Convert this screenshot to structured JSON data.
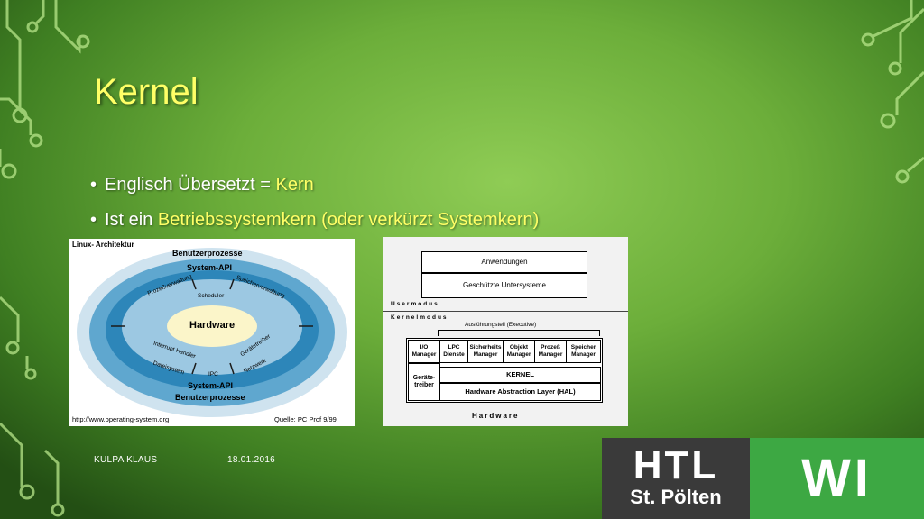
{
  "slide": {
    "title": "Kernel",
    "bullets": [
      {
        "prefix": "Englisch Übersetzt = ",
        "highlight": "Kern",
        "suffix": ""
      },
      {
        "prefix": "Ist ein ",
        "highlight": "Betriebssystemkern (oder verkürzt Systemkern)",
        "suffix": ""
      }
    ],
    "footer": {
      "author": "KULPA KLAUS",
      "date": "18.01.2016"
    }
  },
  "linux_diagram": {
    "title": "Linux- Architektur",
    "outer_top": "Benutzerprozesse",
    "outer_bottom": "Benutzerprozesse",
    "api_top": "System-API",
    "api_bottom": "System-API",
    "core": "Hardware",
    "modules": [
      "Prozeßverwaltung",
      "Scheduler",
      "Speicherverwaltung",
      "Interrupt Handler",
      "Gerätetreiber",
      "Dateisystem",
      "IPC",
      "Netzwerk"
    ],
    "url": "http://www.operating-system.org",
    "source": "Quelle: PC Prof 9/99"
  },
  "nt_diagram": {
    "top_boxes": [
      "Anwendungen",
      "Geschützte Untersysteme"
    ],
    "user_mode": "Usermodus",
    "kernel_mode": "Kernelmodus",
    "executive": "Ausführungsteil (Executive)",
    "managers": [
      "I/O Manager",
      "LPC Dienste",
      "Sicherheits Manager",
      "Objekt Manager",
      "Prozeß Manager",
      "Speicher Manager"
    ],
    "driver": "Geräte-treiber",
    "kernel": "KERNEL",
    "hal": "Hardware Abstraction Layer (HAL)",
    "hardware": "Hardware"
  },
  "logos": {
    "htl_big": "HTL",
    "htl_small": "St. Pölten",
    "wi": "WI"
  },
  "colors": {
    "title": "#ffff66",
    "accent": "#ffff66",
    "wi_green": "#3da843",
    "htl_dark": "#3a3a3a"
  }
}
